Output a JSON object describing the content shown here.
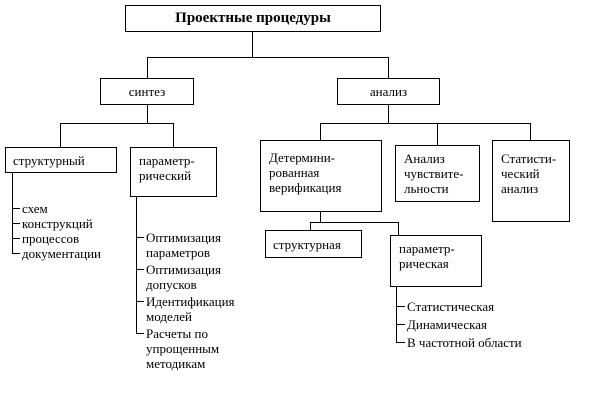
{
  "diagram": {
    "root": "Проектные процедуры",
    "synthesis": {
      "label": "синтез",
      "structural": {
        "label": "структурный",
        "items": [
          "схем",
          "конструкций",
          "процессов",
          "документации"
        ]
      },
      "parametric": {
        "label": "параметр-\nрический",
        "items": [
          "Оптимизация\nпараметров",
          "Оптимизация\nдопусков",
          "Идентификация\nмоделей",
          "Расчеты по\nупрощенным\nметодикам"
        ]
      }
    },
    "analysis": {
      "label": "анализ",
      "deterministic_verification": {
        "label": "Детермини-\nрованная\nверификация",
        "structural": {
          "label": "структурная"
        },
        "parametric": {
          "label": "параметр-\nрическая",
          "items": [
            "Статистическая",
            "Динамическая",
            "В частотной области"
          ]
        }
      },
      "sensitivity": {
        "label": "Анализ\nчувствите-\nльности"
      },
      "statistical": {
        "label": "Статисти-\nческий\nанализ"
      }
    },
    "line_color": "#000000"
  }
}
